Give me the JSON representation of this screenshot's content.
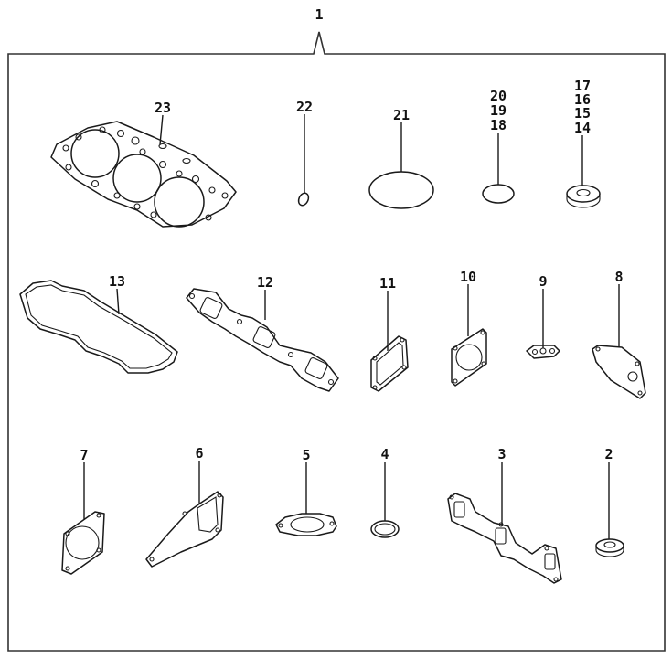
{
  "kit_label": "1",
  "labels": {
    "p2": "2",
    "p3": "3",
    "p4": "4",
    "p5": "5",
    "p6": "6",
    "p7": "7",
    "p8": "8",
    "p9": "9",
    "p10": "10",
    "p11": "11",
    "p12": "12",
    "p13": "13",
    "p14": "14",
    "p15": "15",
    "p16": "16",
    "p17": "17",
    "p18": "18",
    "p19": "19",
    "p20": "20",
    "p21": "21",
    "p22": "22",
    "p23": "23"
  }
}
